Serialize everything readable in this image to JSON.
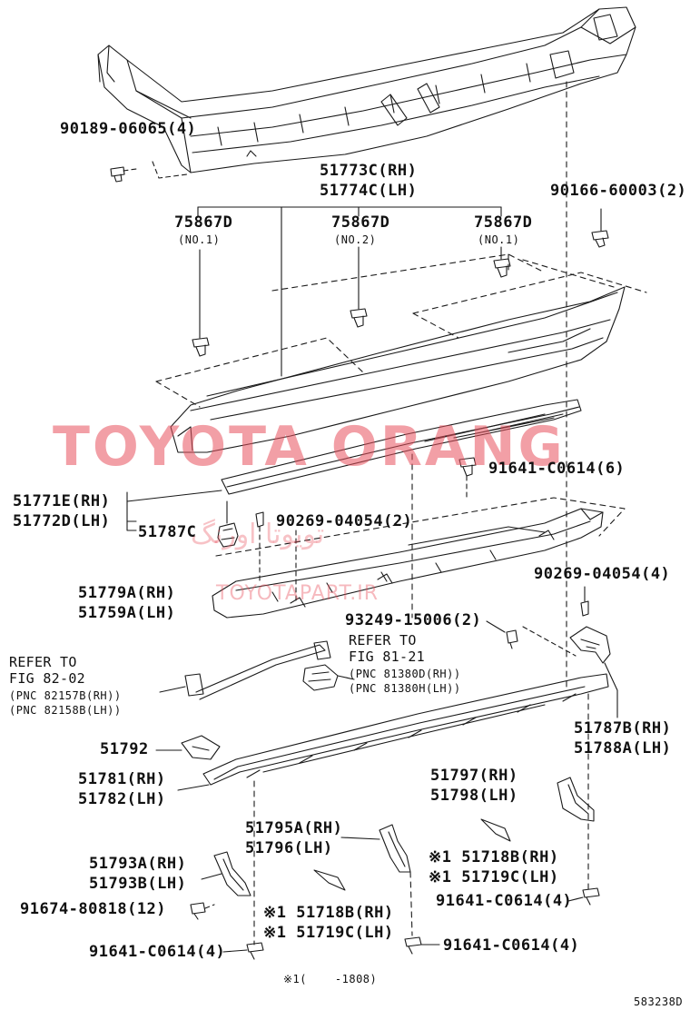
{
  "diagram": {
    "labels": {
      "p90189": "90189-06065(4)",
      "p51773": "51773C(RH)",
      "p51774": "51774C(LH)",
      "p90166": "90166-60003(2)",
      "p75867a": "75867D",
      "p75867a_sub": "(NO.1)",
      "p75867b": "75867D",
      "p75867b_sub": "(NO.2)",
      "p75867c": "75867D",
      "p75867c_sub": "(NO.1)",
      "p91641a": "91641-C0614(6)",
      "p51771": "51771E(RH)",
      "p51772": "51772D(LH)",
      "p51787c": "51787C",
      "p90269a": "90269-04054(2)",
      "p90269b": "90269-04054(4)",
      "p51779": "51779A(RH)",
      "p51759": "51759A(LH)",
      "p93249": "93249-15006(2)",
      "refer_81_a": "REFER TO",
      "refer_81_b": "FIG 81-21",
      "refer_81_c": "(PNC 81380D(RH))",
      "refer_81_d": "(PNC 81380H(LH))",
      "refer_82_a": "REFER TO",
      "refer_82_b": "FIG 82-02",
      "refer_82_c": "(PNC 82157B(RH))",
      "refer_82_d": "(PNC 82158B(LH))",
      "p51787b": "51787B(RH)",
      "p51788a": "51788A(LH)",
      "p51792": "51792",
      "p51781": "51781(RH)",
      "p51782": "51782(LH)",
      "p51797": "51797(RH)",
      "p51798": "51798(LH)",
      "p51795a": "51795A(RH)",
      "p51796": "51796(LH)",
      "p51718b_r": "※1 51718B(RH)",
      "p51719c_r": "※1 51719C(LH)",
      "p51793a": "51793A(RH)",
      "p51793b": "51793B(LH)",
      "p91674": "91674-80818(12)",
      "p51718b_l": "※1 51718B(RH)",
      "p51719c_l": "※1 51719C(LH)",
      "p91641b": "91641-C0614(4)",
      "p91641c": "91641-C0614(4)",
      "p91641d": "91641-C0614(4)",
      "footnote": "※1(    -1808)",
      "figure_code": "583238D"
    },
    "watermark": {
      "main": "TOYOTA ORANG",
      "arabic": "تويوتا اورنگ",
      "site": "TOYOTAPART.IR"
    },
    "colors": {
      "line": "#1a1a1a",
      "watermark": "#e8505c"
    }
  }
}
